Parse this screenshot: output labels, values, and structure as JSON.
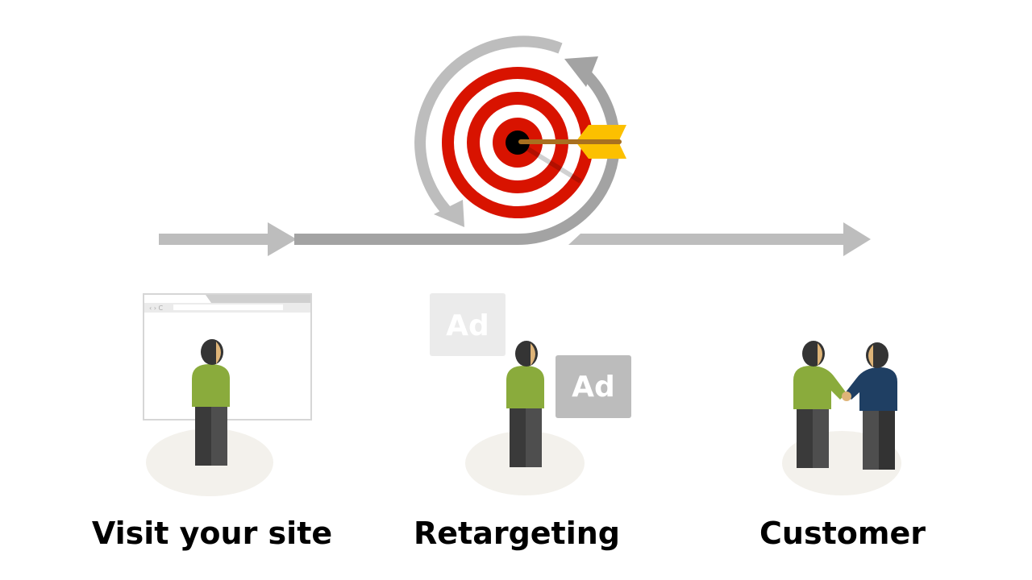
{
  "stages": [
    {
      "label": "Visit your site"
    },
    {
      "label": "Retargeting"
    },
    {
      "label": "Customer"
    }
  ],
  "ads": [
    {
      "text": "Ad"
    },
    {
      "text": "Ad"
    }
  ],
  "browser": {
    "nav_glyphs": "‹ › C"
  },
  "colors": {
    "target_red": "#d81300",
    "arrow_gray": "#bdbdbd",
    "arrow_dark_gray": "#a3a3a3",
    "shirt_green": "#8aab3c",
    "shirt_navy": "#1f3f63",
    "fletching": "#fcc000",
    "shaft": "#a87020",
    "ground": "#f3f1ec"
  }
}
